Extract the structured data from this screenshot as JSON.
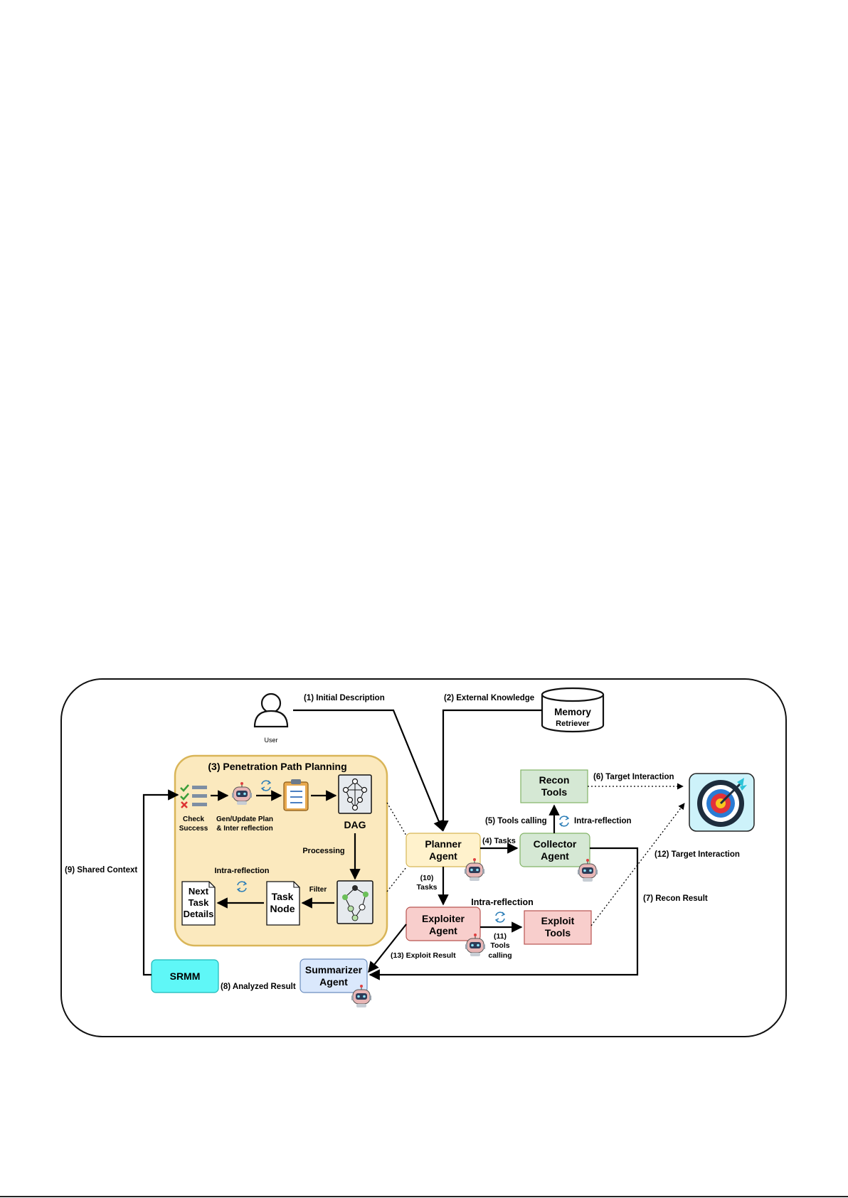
{
  "colors": {
    "planning_panel": "#FBE9BE",
    "planning_border": "#D9B558",
    "planner": "#FFF2CC",
    "collector": "#D5E8D4",
    "recon": "#D5E8D4",
    "exploiter": "#F8CECC",
    "exploit_tools": "#F8CECC",
    "summarizer": "#DAE8FC",
    "srmm": "#5FF7F7",
    "target_bg": "#CDF2FA"
  },
  "nodes": {
    "user": "User",
    "memory_line1": "Memory",
    "memory_line2": "Retriever",
    "planning_title": "(3) Penetration Path Planning",
    "check_success_1": "Check",
    "check_success_2": "Success",
    "gen_update_1": "Gen/Update Plan",
    "gen_update_2": "& Inter reflection",
    "dag": "DAG",
    "processing": "Processing",
    "filter": "Filter",
    "intra_reflection_planning": "Intra-reflection",
    "task_node_1": "Task",
    "task_node_2": "Node",
    "next_task_1": "Next",
    "next_task_2": "Task",
    "next_task_3": "Details",
    "planner_1": "Planner",
    "planner_2": "Agent",
    "collector_1": "Collector",
    "collector_2": "Agent",
    "recon_1": "Recon",
    "recon_2": "Tools",
    "exploiter_1": "Exploiter",
    "exploiter_2": "Agent",
    "exploit_tools_1": "Exploit",
    "exploit_tools_2": "Tools",
    "summarizer_1": "Summarizer",
    "summarizer_2": "Agent",
    "srmm": "SRMM"
  },
  "edges": {
    "e1": "(1) Initial Description",
    "e2": "(2) External Knowledge",
    "e4": "(4) Tasks",
    "e5": "(5) Tools calling",
    "intra_collector": "Intra-reflection",
    "e6": "(6) Target Interaction",
    "e12": "(12) Target Interaction",
    "e7": "(7) Recon Result",
    "e8": "(8) Analyzed Result",
    "e9": "(9) Shared Context",
    "e10_1": "(10)",
    "e10_2": "Tasks",
    "intra_exploiter": "Intra-reflection",
    "e11_1": "(11)",
    "e11_2": "Tools",
    "e11_3": "calling",
    "e13": "(13) Exploit Result"
  },
  "icons": [
    "user-icon",
    "database-icon",
    "robot-icon",
    "checklist-icon",
    "clipboard-icon",
    "dag-graph-icon",
    "refresh-icon",
    "target-icon",
    "document-icon"
  ]
}
